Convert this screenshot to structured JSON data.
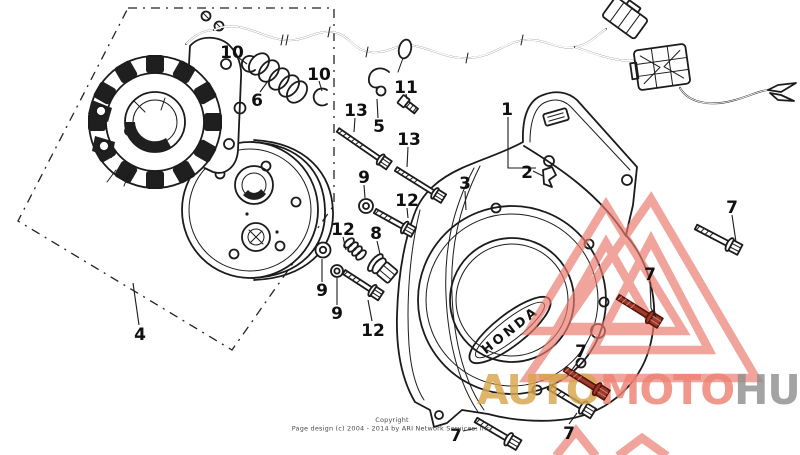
{
  "diagram": {
    "callouts": [
      {
        "label": "10"
      },
      {
        "label": "6"
      },
      {
        "label": "10"
      },
      {
        "label": "13"
      },
      {
        "label": "5"
      },
      {
        "label": "11"
      },
      {
        "label": "13"
      },
      {
        "label": "9"
      },
      {
        "label": "12"
      },
      {
        "label": "12"
      },
      {
        "label": "8"
      },
      {
        "label": "9"
      },
      {
        "label": "9"
      },
      {
        "label": "12"
      },
      {
        "label": "4"
      },
      {
        "label": "1"
      },
      {
        "label": "2"
      },
      {
        "label": "3"
      },
      {
        "label": "7"
      },
      {
        "label": "7"
      },
      {
        "label": "7"
      },
      {
        "label": "7"
      },
      {
        "label": "7"
      }
    ],
    "cover_badge": "HONDA",
    "watermark": {
      "part1": "AUTO",
      "part2": "MOTO",
      "part3": "HUB",
      "gold": "#d9a64b",
      "salmon": "#ed8273",
      "gray": "#8f8f8f",
      "triangle_color": "#ea7a6d"
    },
    "copyright_line1": "Copyright",
    "copyright_line2": "Page design (c) 2004 - 2014 by ARI Network Services, Inc.",
    "colors": {
      "line_art": "#1b1b1b",
      "selected_part_red": "#9e3a2d"
    }
  }
}
